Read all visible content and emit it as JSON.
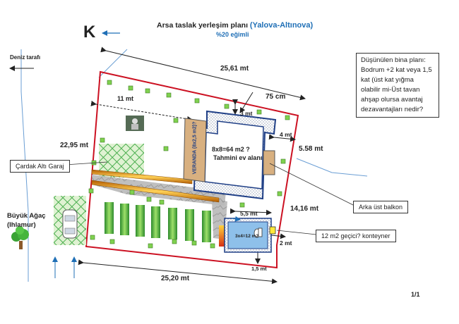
{
  "header": {
    "title_prefix": "Arsa taslak yerleşim planı",
    "title_location": "(Yalova-Altınova)",
    "slope": "%20 eğimli",
    "north": "K"
  },
  "labels": {
    "sea_side": "Deniz tarafı",
    "tree": "Büyük Ağaç\n(Ihlamur)",
    "page": "1/1"
  },
  "dimensions": {
    "top": "25,61 mt",
    "bottom": "25,20 mt",
    "left": "22,95 mt",
    "right_upper": "5.58 mt",
    "right_lower": "14,16 mt",
    "setback_left": "11 mt",
    "setback_top_house": "3 mt",
    "setback_diag": "75 cm",
    "setback_right_house": "4 mt",
    "container_top": "5,5 mt",
    "container_right": "2 mt",
    "container_bottom": "1,5 mt"
  },
  "house": {
    "area": "8x8=64 m2 ?",
    "sub": "Tahmini ev alanı",
    "veranda": "VERANDA (8x2,5 m2)?"
  },
  "container": {
    "area": "3x4=12 m2"
  },
  "callouts": {
    "garage": "Çardak Altı Garaj",
    "balcony": "Arka üst balkon",
    "container": "12 m2 geçici? konteyner"
  },
  "question": "Düşünülen bina planı: Bodrum +2 kat veya 1,5 kat (üst kat yığma olabilir mi-Üst tavan ahşap olursa avantaj dezavantajları nedir?",
  "colors": {
    "plot_border": "#cc1122",
    "accent_blue": "#1f6fb6",
    "marker_green": "#7fd14f",
    "house_blue": "#1f3f86",
    "veranda_tan": "#d8b080",
    "pipe_orange": "#f0a020",
    "container_blue": "#8ec0ea"
  },
  "icons": [
    "north-arrow-icon",
    "sea-arrow-icon",
    "tree-icon",
    "car-icon",
    "person-icon",
    "toilet-icon"
  ]
}
